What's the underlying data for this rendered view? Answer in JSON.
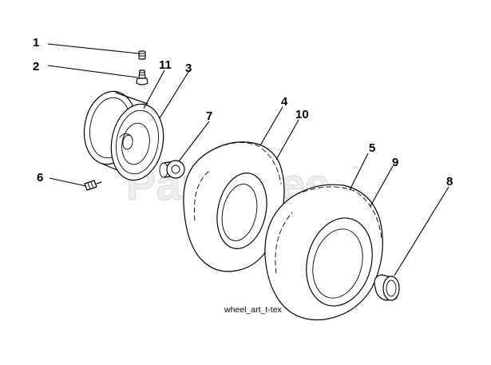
{
  "watermark": {
    "text": "PartsTree",
    "trademark": "™"
  },
  "caption": "wheel_art_t-tex",
  "callouts": [
    "1",
    "2",
    "11",
    "3",
    "7",
    "4",
    "10",
    "5",
    "9",
    "8",
    "6"
  ]
}
